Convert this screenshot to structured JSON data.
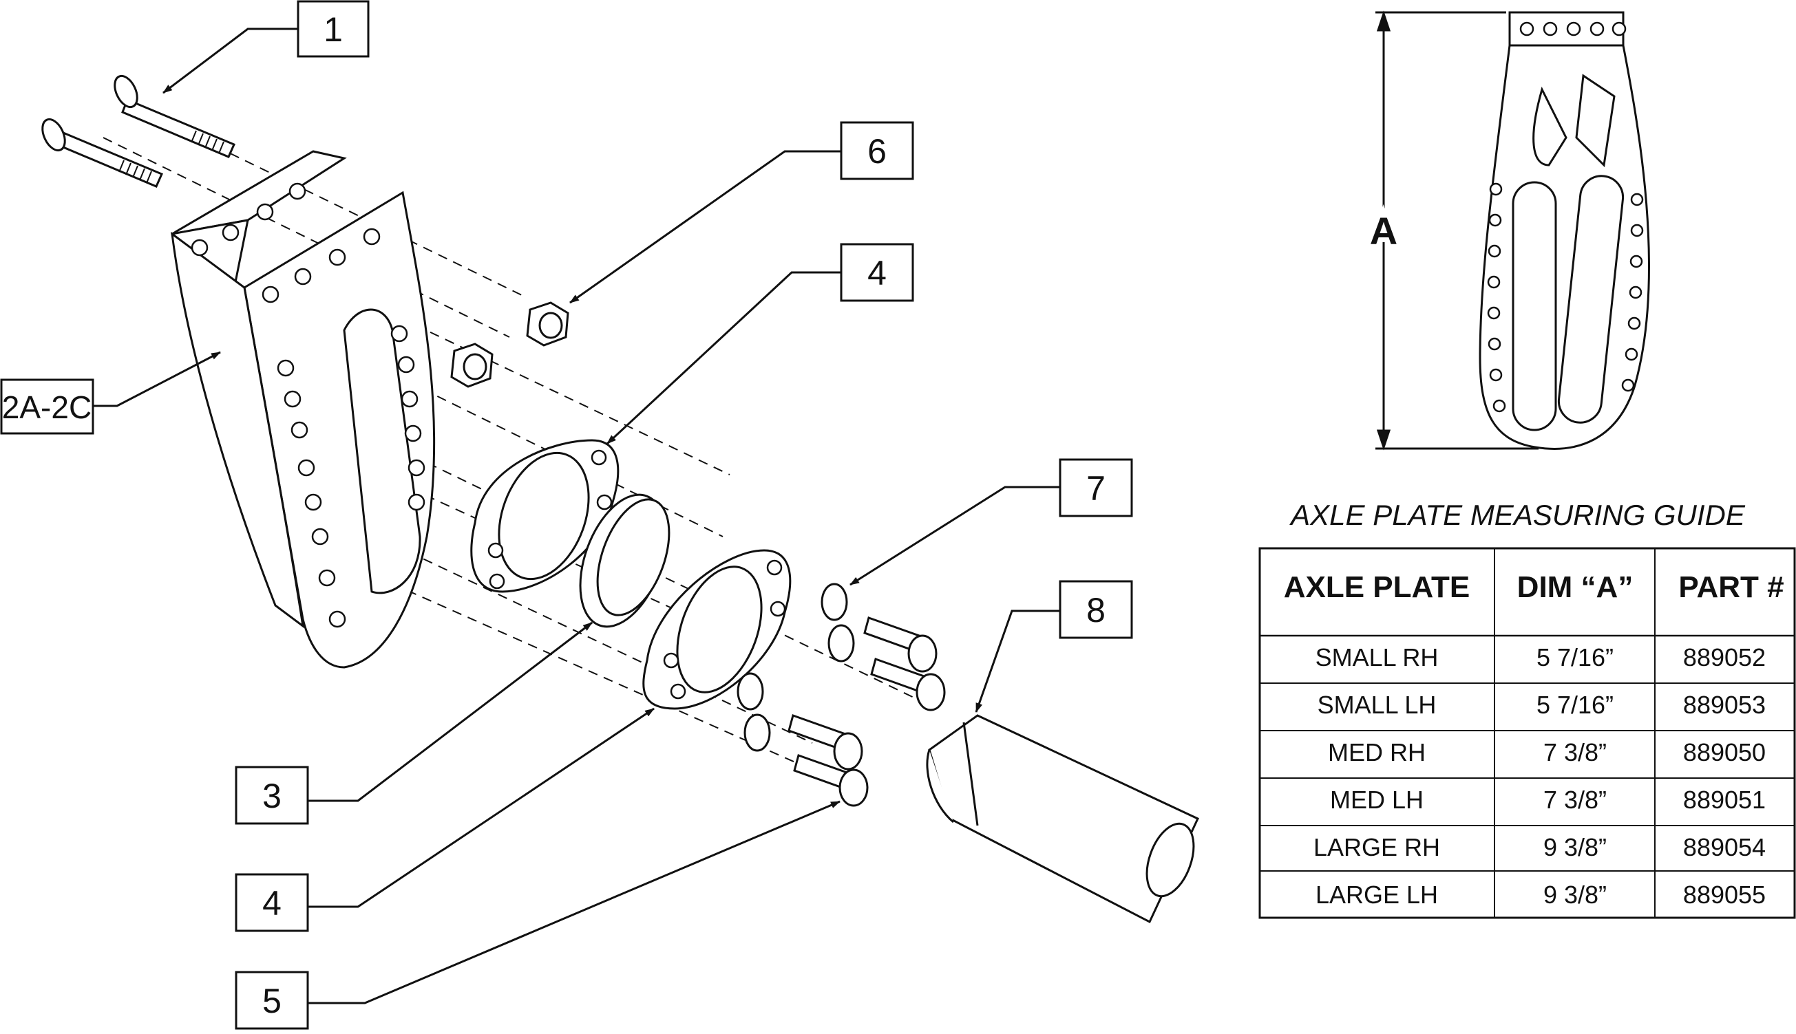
{
  "callouts": {
    "c1": "1",
    "c2": "2A-2C",
    "c3": "3",
    "c4a": "4",
    "c4b": "4",
    "c5": "5",
    "c6": "6",
    "c7": "7",
    "c8": "8"
  },
  "guide": {
    "dimension_label": "A",
    "title": "AXLE PLATE MEASURING GUIDE",
    "table": {
      "headers": [
        "AXLE PLATE",
        "DIM “A”",
        "PART #"
      ],
      "rows": [
        [
          "SMALL RH",
          "5 7/16”",
          "889052"
        ],
        [
          "SMALL LH",
          "5 7/16”",
          "889053"
        ],
        [
          "MED RH",
          "7 3/8”",
          "889050"
        ],
        [
          "MED LH",
          "7 3/8”",
          "889051"
        ],
        [
          "LARGE RH",
          "9 3/8”",
          "889054"
        ],
        [
          "LARGE LH",
          "9 3/8”",
          "889055"
        ]
      ]
    }
  }
}
